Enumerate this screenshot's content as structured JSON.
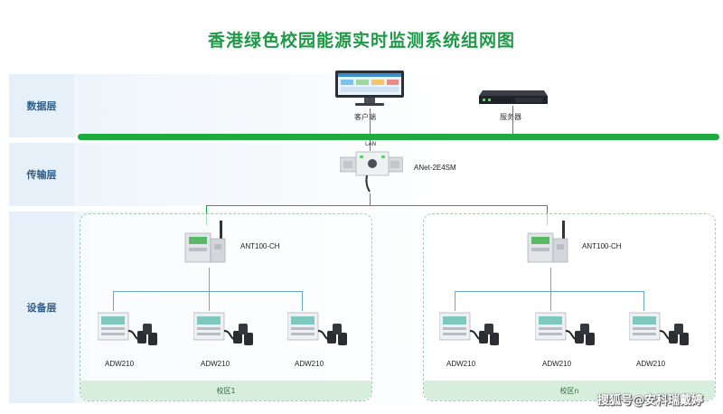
{
  "title": "香港绿色校园能源实时监测系统组网图",
  "layers": {
    "data": "数据层",
    "transmission": "传输层",
    "device": "设备层"
  },
  "data_layer": {
    "client": "客户端",
    "server": "服务器"
  },
  "lan_label": "LAN",
  "gateway": "ANet-2E4SM",
  "zones": [
    {
      "gateway": "ANT100-CH",
      "meters": [
        "ADW210",
        "ADW210",
        "ADW210"
      ],
      "footer": "校区1"
    },
    {
      "gateway": "ANT100-CH",
      "meters": [
        "ADW210",
        "ADW210",
        "ADW210"
      ],
      "footer": "校区n"
    }
  ],
  "watermark": "搜狐号@安科瑞戴婷",
  "colors": {
    "title": "#1e9a47",
    "lan": "#1eaa3e",
    "link": "#6aa7cf",
    "layer_bg": "#e6f0f8"
  }
}
